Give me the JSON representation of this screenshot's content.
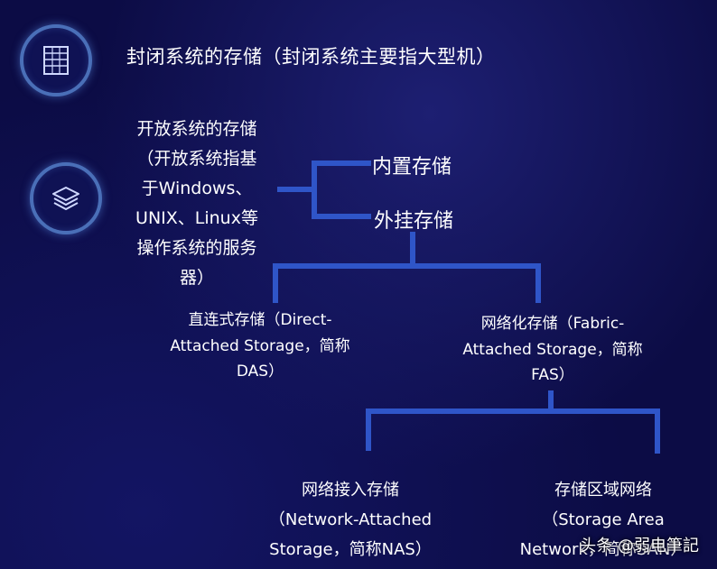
{
  "closed_system": {
    "icon": "server-rack-icon",
    "label": "封闭系统的存储（封闭系统主要指大型机）"
  },
  "open_system": {
    "icon": "layers-icon",
    "lines": [
      "开放系统的存储",
      "（开放系统指基",
      "于Windows、",
      "UNIX、Linux等",
      "操作系统的服务",
      "器）"
    ]
  },
  "level1": {
    "internal": "内置存储",
    "external": "外挂存储"
  },
  "level2": {
    "das": [
      "直连式存储（Direct-",
      "Attached Storage，简称",
      "DAS）"
    ],
    "fas": [
      "网络化存储（Fabric-",
      "Attached Storage，简称",
      "FAS）"
    ]
  },
  "level3": {
    "nas": [
      "网络接入存储",
      "（Network-Attached",
      "Storage，简称NAS）"
    ],
    "san": [
      "存储区域网络",
      "（Storage Area",
      "Network，简称SAN）"
    ]
  },
  "watermark": "头条 @弱电筆記",
  "colors": {
    "background": "#0c0c45",
    "connector": "#2f55c8",
    "icon_ring": "#4a6fb8",
    "text": "#ffffff"
  }
}
